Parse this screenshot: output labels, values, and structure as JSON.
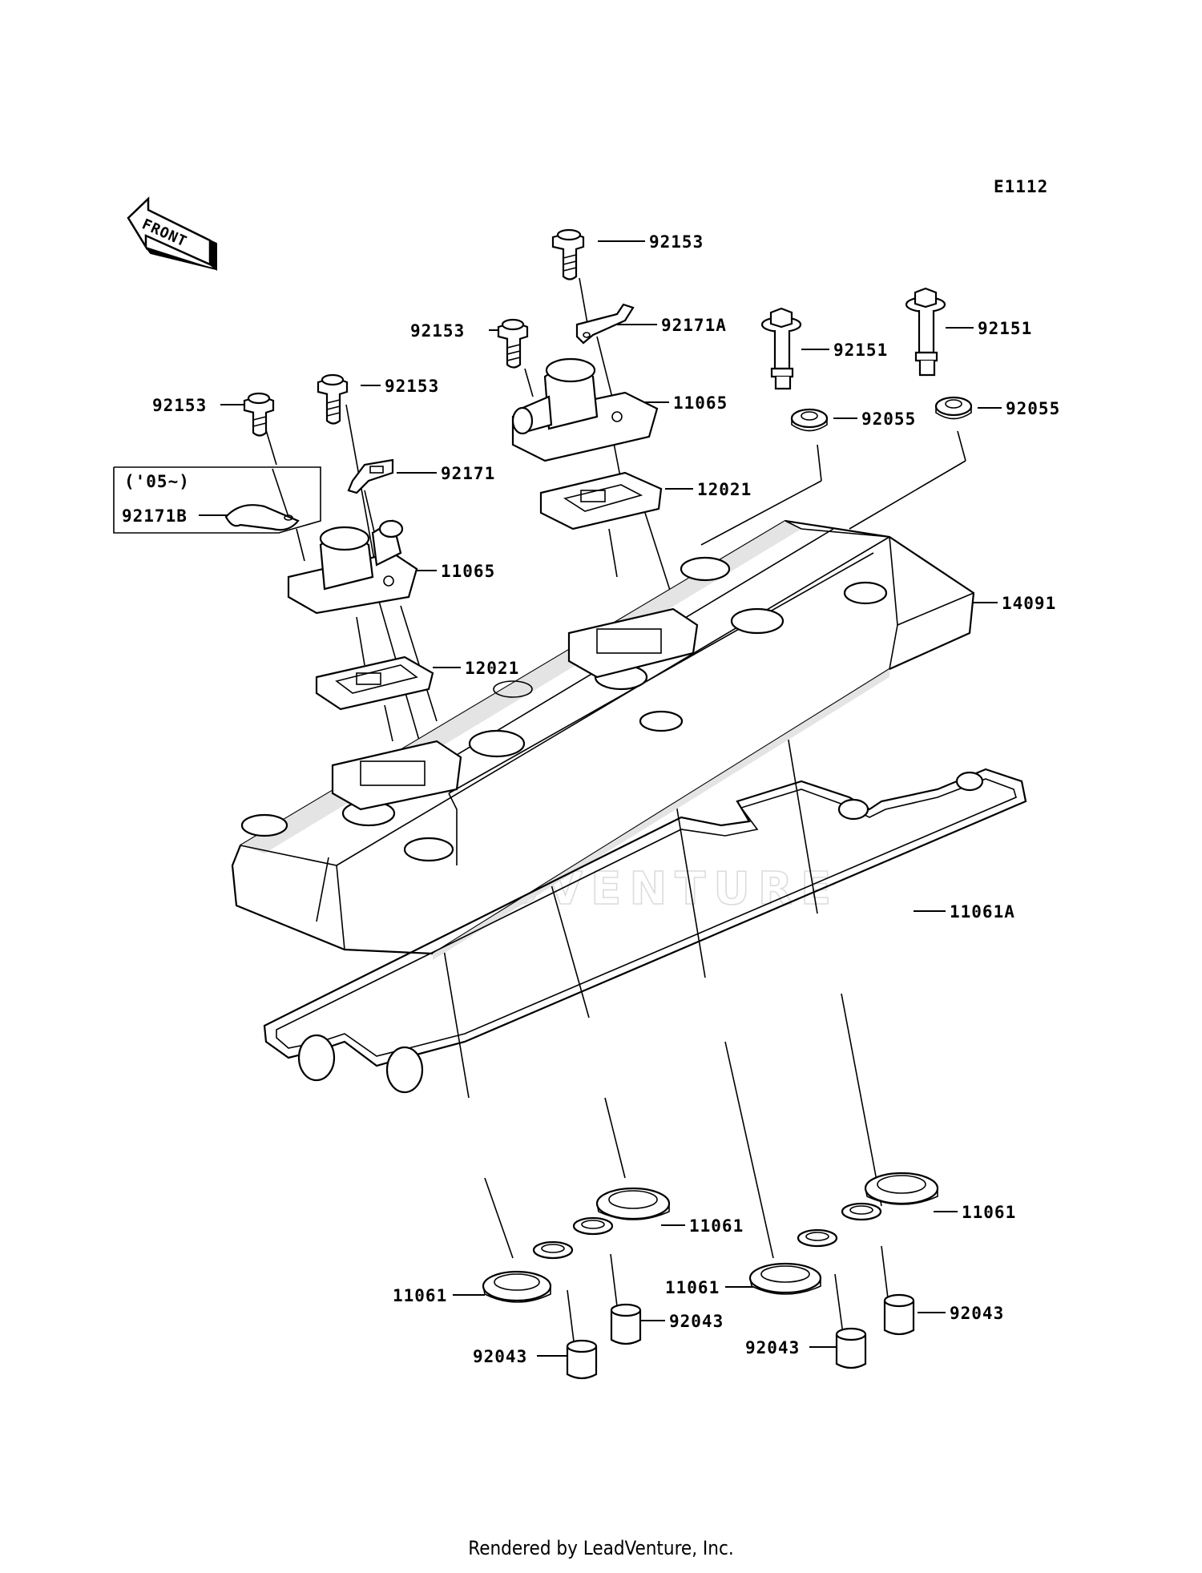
{
  "diagram_code": "E1112",
  "front_arrow": "FRONT",
  "variant_note": "('05~)",
  "footer": "Rendered by LeadVenture, Inc.",
  "watermark": "LEADVENTURE",
  "callouts": [
    {
      "id": "c1",
      "text": "92153"
    },
    {
      "id": "c2",
      "text": "92171A"
    },
    {
      "id": "c3",
      "text": "92153"
    },
    {
      "id": "c4",
      "text": "92151"
    },
    {
      "id": "c5",
      "text": "92151"
    },
    {
      "id": "c6",
      "text": "92153"
    },
    {
      "id": "c7",
      "text": "92153"
    },
    {
      "id": "c8",
      "text": "11065"
    },
    {
      "id": "c9",
      "text": "92055"
    },
    {
      "id": "c10",
      "text": "92055"
    },
    {
      "id": "c11",
      "text": "92171"
    },
    {
      "id": "c12",
      "text": "92171B"
    },
    {
      "id": "c13",
      "text": "12021"
    },
    {
      "id": "c14",
      "text": "11065"
    },
    {
      "id": "c15",
      "text": "14091"
    },
    {
      "id": "c16",
      "text": "12021"
    },
    {
      "id": "c17",
      "text": "11061A"
    },
    {
      "id": "c18",
      "text": "11061"
    },
    {
      "id": "c19",
      "text": "11061"
    },
    {
      "id": "c20",
      "text": "11061"
    },
    {
      "id": "c21",
      "text": "11061"
    },
    {
      "id": "c22",
      "text": "92043"
    },
    {
      "id": "c23",
      "text": "92043"
    },
    {
      "id": "c24",
      "text": "92043"
    },
    {
      "id": "c25",
      "text": "92043"
    }
  ]
}
